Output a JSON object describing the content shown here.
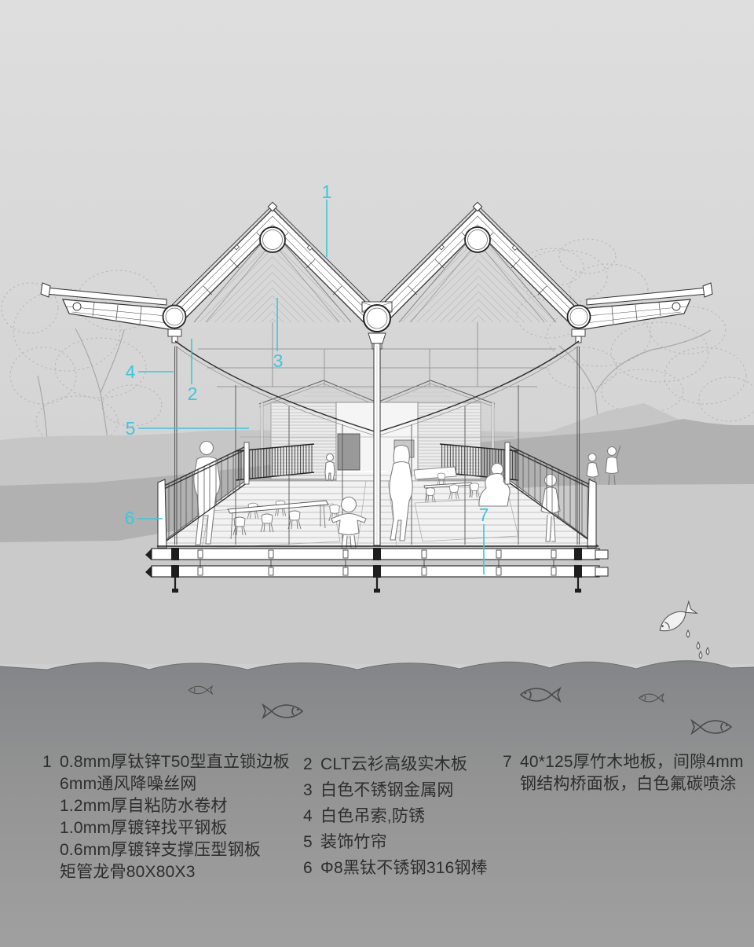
{
  "callouts": {
    "c1": "1",
    "c2": "2",
    "c3": "3",
    "c4": "4",
    "c5": "5",
    "c6": "6",
    "c7": "7"
  },
  "legend": {
    "group1": {
      "num": "1",
      "lines": [
        "0.8mm厚钛锌T50型直立锁边板",
        "6mm通风降噪丝网",
        "1.2mm厚自粘防水卷材",
        "1.0mm厚镀锌找平钢板",
        "0.6mm厚镀锌支撑压型钢板",
        "矩管龙骨80X80X3"
      ]
    },
    "group2": {
      "items": [
        {
          "num": "2",
          "text": "CLT云衫高级实木板"
        },
        {
          "num": "3",
          "text": "白色不锈钢金属网"
        },
        {
          "num": "4",
          "text": "白色吊索,防锈"
        },
        {
          "num": "5",
          "text": "装饰竹帘"
        },
        {
          "num": "6",
          "text": "Φ8黑钛不锈钢316钢棒"
        }
      ]
    },
    "group3": {
      "num": "7",
      "lines": [
        "40*125厚竹木地板，间隙4mm",
        "钢结构桥面板，白色氟碳喷涂"
      ]
    }
  },
  "colors": {
    "accent": "#3cc7d8",
    "text": "#2d2d2d"
  }
}
